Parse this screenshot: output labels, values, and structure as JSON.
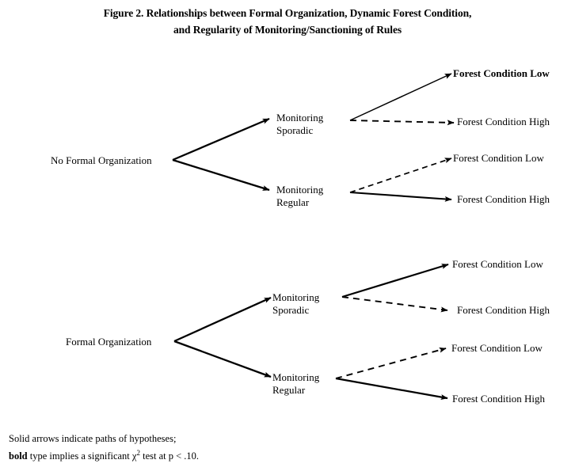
{
  "figure": {
    "title_lines": [
      "Figure 2. Relationships between Formal Organization, Dynamic Forest Condition,",
      "and Regularity of Monitoring/Sanctioning of Rules"
    ]
  },
  "nodes": {
    "no_formal_org": "No Formal Organization",
    "formal_org": "Formal Organization",
    "monitoring_sporadic_line1": "Monitoring",
    "monitoring_sporadic_line2": "Sporadic",
    "monitoring_regular_line1": "Monitoring",
    "monitoring_regular_line2": "Regular",
    "forest_low": "Forest Condition Low",
    "forest_high": "Forest Condition High"
  },
  "outcomes": {
    "g1s_low": "Forest Condition Low",
    "g1s_high": "Forest Condition High",
    "g1r_low": "Forest Condition Low",
    "g1r_high": "Forest Condition High",
    "g2s_low": "Forest Condition Low",
    "g2s_high": "Forest Condition High",
    "g2r_low": "Forest Condition Low",
    "g2r_high": "Forest Condition High"
  },
  "footnote": {
    "line1": "Solid arrows indicate paths of hypotheses;",
    "bold_word": "bold",
    "line2_rest_a": " type implies a significant ",
    "chi": "χ",
    "chi_exp": "2",
    "line2_rest_b": " test at p < .10."
  },
  "chart_data": {
    "type": "diagram",
    "title": "Figure 2. Relationships between Formal Organization, Dynamic Forest Condition, and Regularity of Monitoring/Sanctioning of Rules",
    "legend": {
      "solid": "Solid arrows indicate paths of hypotheses",
      "bold": "bold type implies a significant chi-square test at p < .10"
    },
    "branches": [
      {
        "root": "No Formal Organization",
        "root_to_mid_style": "solid",
        "mid": "Monitoring Sporadic",
        "outcomes": [
          {
            "label": "Forest Condition Low",
            "style": "solid",
            "bold": true
          },
          {
            "label": "Forest Condition High",
            "style": "dashed",
            "bold": false
          }
        ]
      },
      {
        "root": "No Formal Organization",
        "root_to_mid_style": "solid",
        "mid": "Monitoring Regular",
        "outcomes": [
          {
            "label": "Forest Condition Low",
            "style": "dashed",
            "bold": false
          },
          {
            "label": "Forest Condition High",
            "style": "solid",
            "bold": false
          }
        ]
      },
      {
        "root": "Formal Organization",
        "root_to_mid_style": "solid",
        "mid": "Monitoring Sporadic",
        "outcomes": [
          {
            "label": "Forest Condition Low",
            "style": "solid",
            "bold": false
          },
          {
            "label": "Forest Condition High",
            "style": "dashed",
            "bold": false
          }
        ]
      },
      {
        "root": "Formal Organization",
        "root_to_mid_style": "solid",
        "mid": "Monitoring Regular",
        "outcomes": [
          {
            "label": "Forest Condition Low",
            "style": "dashed",
            "bold": false
          },
          {
            "label": "Forest Condition High",
            "style": "solid",
            "bold": false
          }
        ]
      }
    ]
  }
}
